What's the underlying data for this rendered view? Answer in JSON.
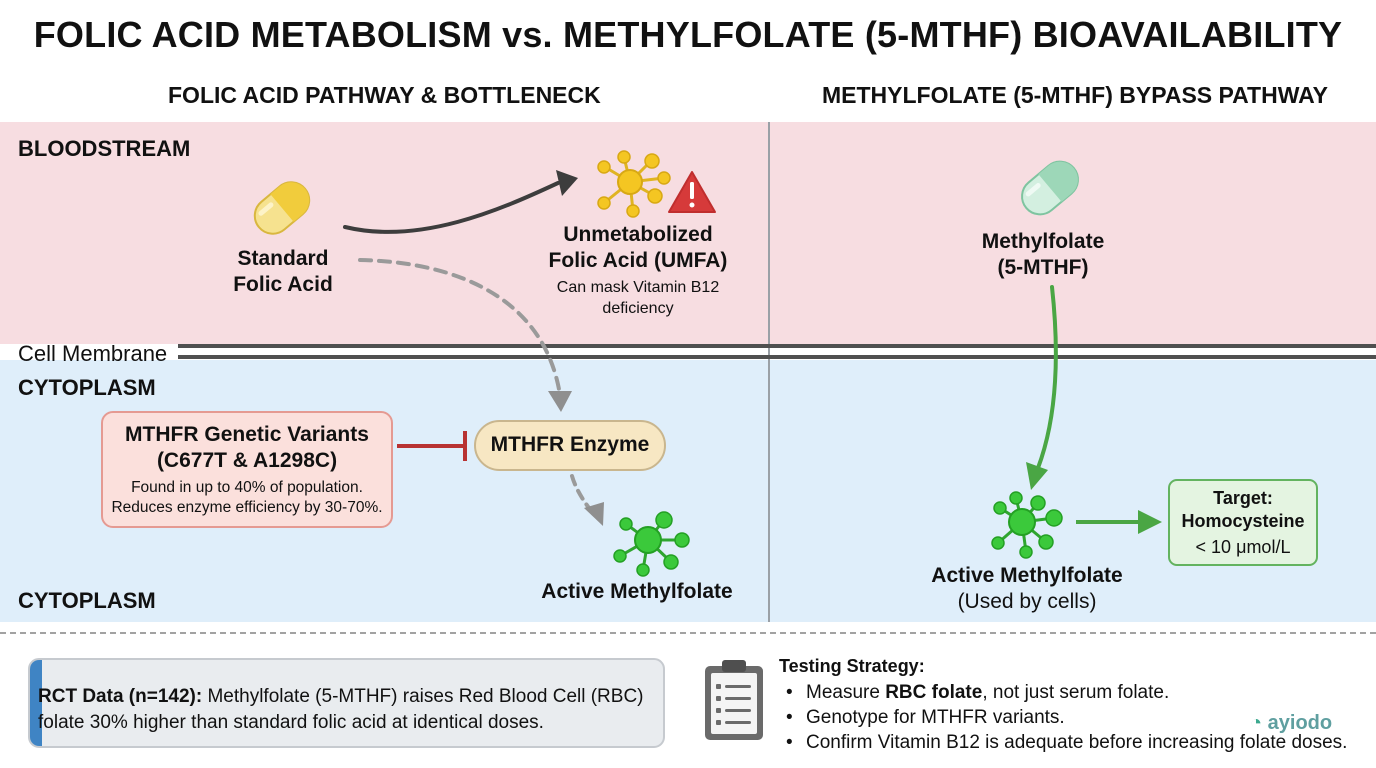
{
  "title": "FOLIC ACID METABOLISM vs. METHYLFOLATE (5-MTHF) BIOAVAILABILITY",
  "left_panel": {
    "heading": "FOLIC ACID PATHWAY & BOTTLENECK",
    "folic_acid_label": "Standard\nFolic Acid",
    "umfa_title": "Unmetabolized\nFolic Acid (UMFA)",
    "umfa_note": "Can mask Vitamin B12\ndeficiency",
    "variant_title": "MTHFR Genetic Variants\n(C677T & A1298C)",
    "variant_note": "Found in up to 40% of population.\nReduces enzyme efficiency by 30-70%.",
    "enzyme_label": "MTHFR Enzyme",
    "active_label": "Active Methylfolate"
  },
  "right_panel": {
    "heading": "METHYLFOLATE (5-MTHF) BYPASS PATHWAY",
    "methylfolate_label": "Methylfolate\n(5-MTHF)",
    "active_title": "Active Methylfolate",
    "active_sub": "(Used by cells)",
    "target_title": "Target:\nHomocysteine",
    "target_value": "< 10 μmol/L"
  },
  "zones": {
    "bloodstream": "BLOODSTREAM",
    "cell_membrane": "Cell Membrane",
    "cytoplasm_top": "CYTOPLASM",
    "cytoplasm_bottom": "CYTOPLASM"
  },
  "rct": {
    "label": "RCT Data (n=142):",
    "text": " Methylfolate (5-MTHF) raises Red Blood Cell (RBC) folate 30% higher than standard folic acid at identical doses."
  },
  "testing": {
    "title": "Testing Strategy:",
    "items": [
      {
        "before": "Measure ",
        "bold": "RBC folate",
        "after": ", not just serum folate."
      },
      {
        "before": "Genotype for MTHFR variants.",
        "bold": "",
        "after": ""
      },
      {
        "before": "Confirm Vitamin B12 is adequate before increasing folate doses.",
        "bold": "",
        "after": ""
      }
    ]
  },
  "brand": "ayiodo",
  "colors": {
    "bloodstream_bg": "#f7dde1",
    "cytoplasm_bg": "#dfeefa",
    "folic_acid_pill": "#f3d25c",
    "umfa_molecule": "#f2c521",
    "warning": "#d63a3a",
    "methylfolate_pill": "#a7dbc0",
    "active_molecule": "#3bc93b",
    "green_arrow": "#4aa644",
    "inhibition": "#b83232",
    "rct_accent": "#3f84c4"
  },
  "icons": [
    "folic-acid-capsule-icon",
    "umfa-molecule-icon",
    "warning-icon",
    "methylfolate-capsule-icon",
    "active-molecule-icon",
    "clipboard-icon"
  ]
}
